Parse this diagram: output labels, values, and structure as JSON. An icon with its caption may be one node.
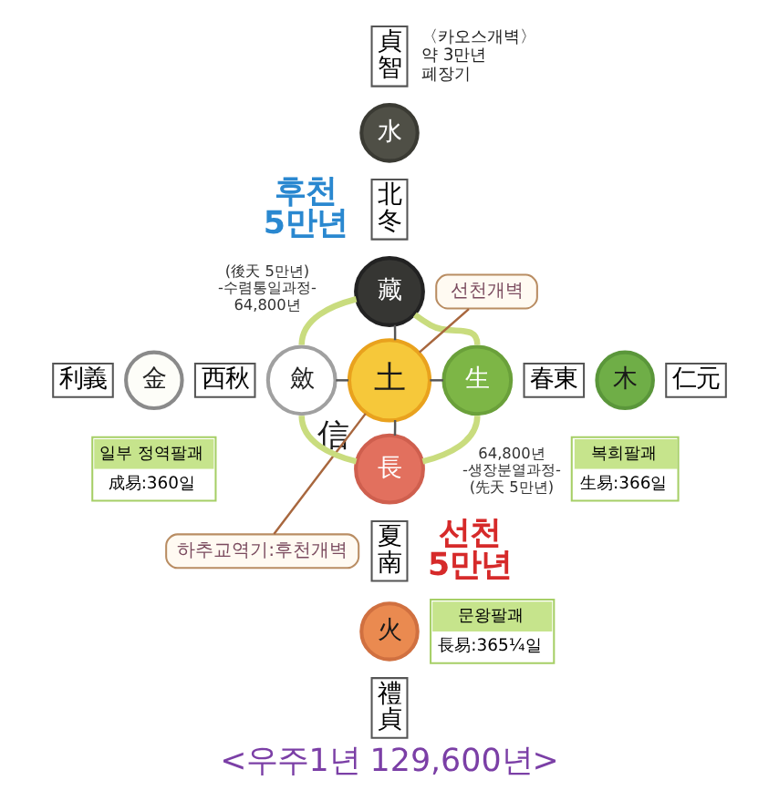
{
  "diagram": {
    "caption": "<우주1년 129,600년>",
    "nodes": [
      {
        "text": [
          "貞智"
        ]
      },
      {
        "text": [
          "水"
        ]
      },
      {
        "text": [
          "北冬"
        ]
      },
      {
        "text": [
          "藏"
        ]
      },
      {
        "text": [
          "선천개벽"
        ]
      },
      {
        "text": [
          "利義"
        ]
      },
      {
        "text": [
          "金"
        ]
      },
      {
        "text": [
          "西秋"
        ]
      },
      {
        "text": [
          "斂"
        ]
      },
      {
        "text": [
          "土"
        ],
        "beside": [
          "信"
        ]
      },
      {
        "text": [
          "生"
        ]
      },
      {
        "text": [
          "春東"
        ]
      },
      {
        "text": [
          "木"
        ]
      },
      {
        "text": [
          "仁元"
        ]
      },
      {
        "text": [
          "일부 정역팔괘",
          "成易:360일"
        ]
      },
      {
        "text": [
          "복희팔괘",
          "生易:366일"
        ]
      },
      {
        "text": [
          "長"
        ]
      },
      {
        "text": [
          "하추교역기:후천개벽"
        ]
      },
      {
        "text": [
          "夏南"
        ]
      },
      {
        "text": [
          "火"
        ]
      },
      {
        "text": [
          "문왕팔괘",
          "長易:365¼일"
        ]
      },
      {
        "text": [
          "禮貞"
        ]
      }
    ],
    "edges": [
      {
        "from": 9,
        "to": 3,
        "arrow": "none"
      },
      {
        "from": 8,
        "to": 9,
        "arrow": "none"
      },
      {
        "from": 9,
        "to": 10,
        "arrow": "none"
      },
      {
        "from": 9,
        "to": 16,
        "arrow": "none"
      },
      {
        "from": 8,
        "to": 3,
        "arrow": "none",
        "label": "(後天 5만년) -수렴통일과정- 64,800년",
        "style": "thick",
        "color": "#c9dc7e"
      },
      {
        "from": 3,
        "to": 10,
        "arrow": "none",
        "style": "thick",
        "color": "#c9dc7e"
      },
      {
        "from": 10,
        "to": 16,
        "arrow": "none",
        "label": "64,800년 -생장분열과정- (先天 5만년)",
        "style": "thick",
        "color": "#c9dc7e"
      },
      {
        "from": 16,
        "to": 8,
        "arrow": "none",
        "style": "thick",
        "color": "#c9dc7e"
      },
      {
        "from": 4,
        "to": 9,
        "arrow": "none",
        "color": "#a8673e"
      },
      {
        "from": 9,
        "to": 17,
        "arrow": "none",
        "color": "#a8673e"
      }
    ],
    "labels": [
      "〈카오스개벽〉 약 3만년 폐장기",
      "후천 5만년",
      "선천 5만년"
    ]
  }
}
